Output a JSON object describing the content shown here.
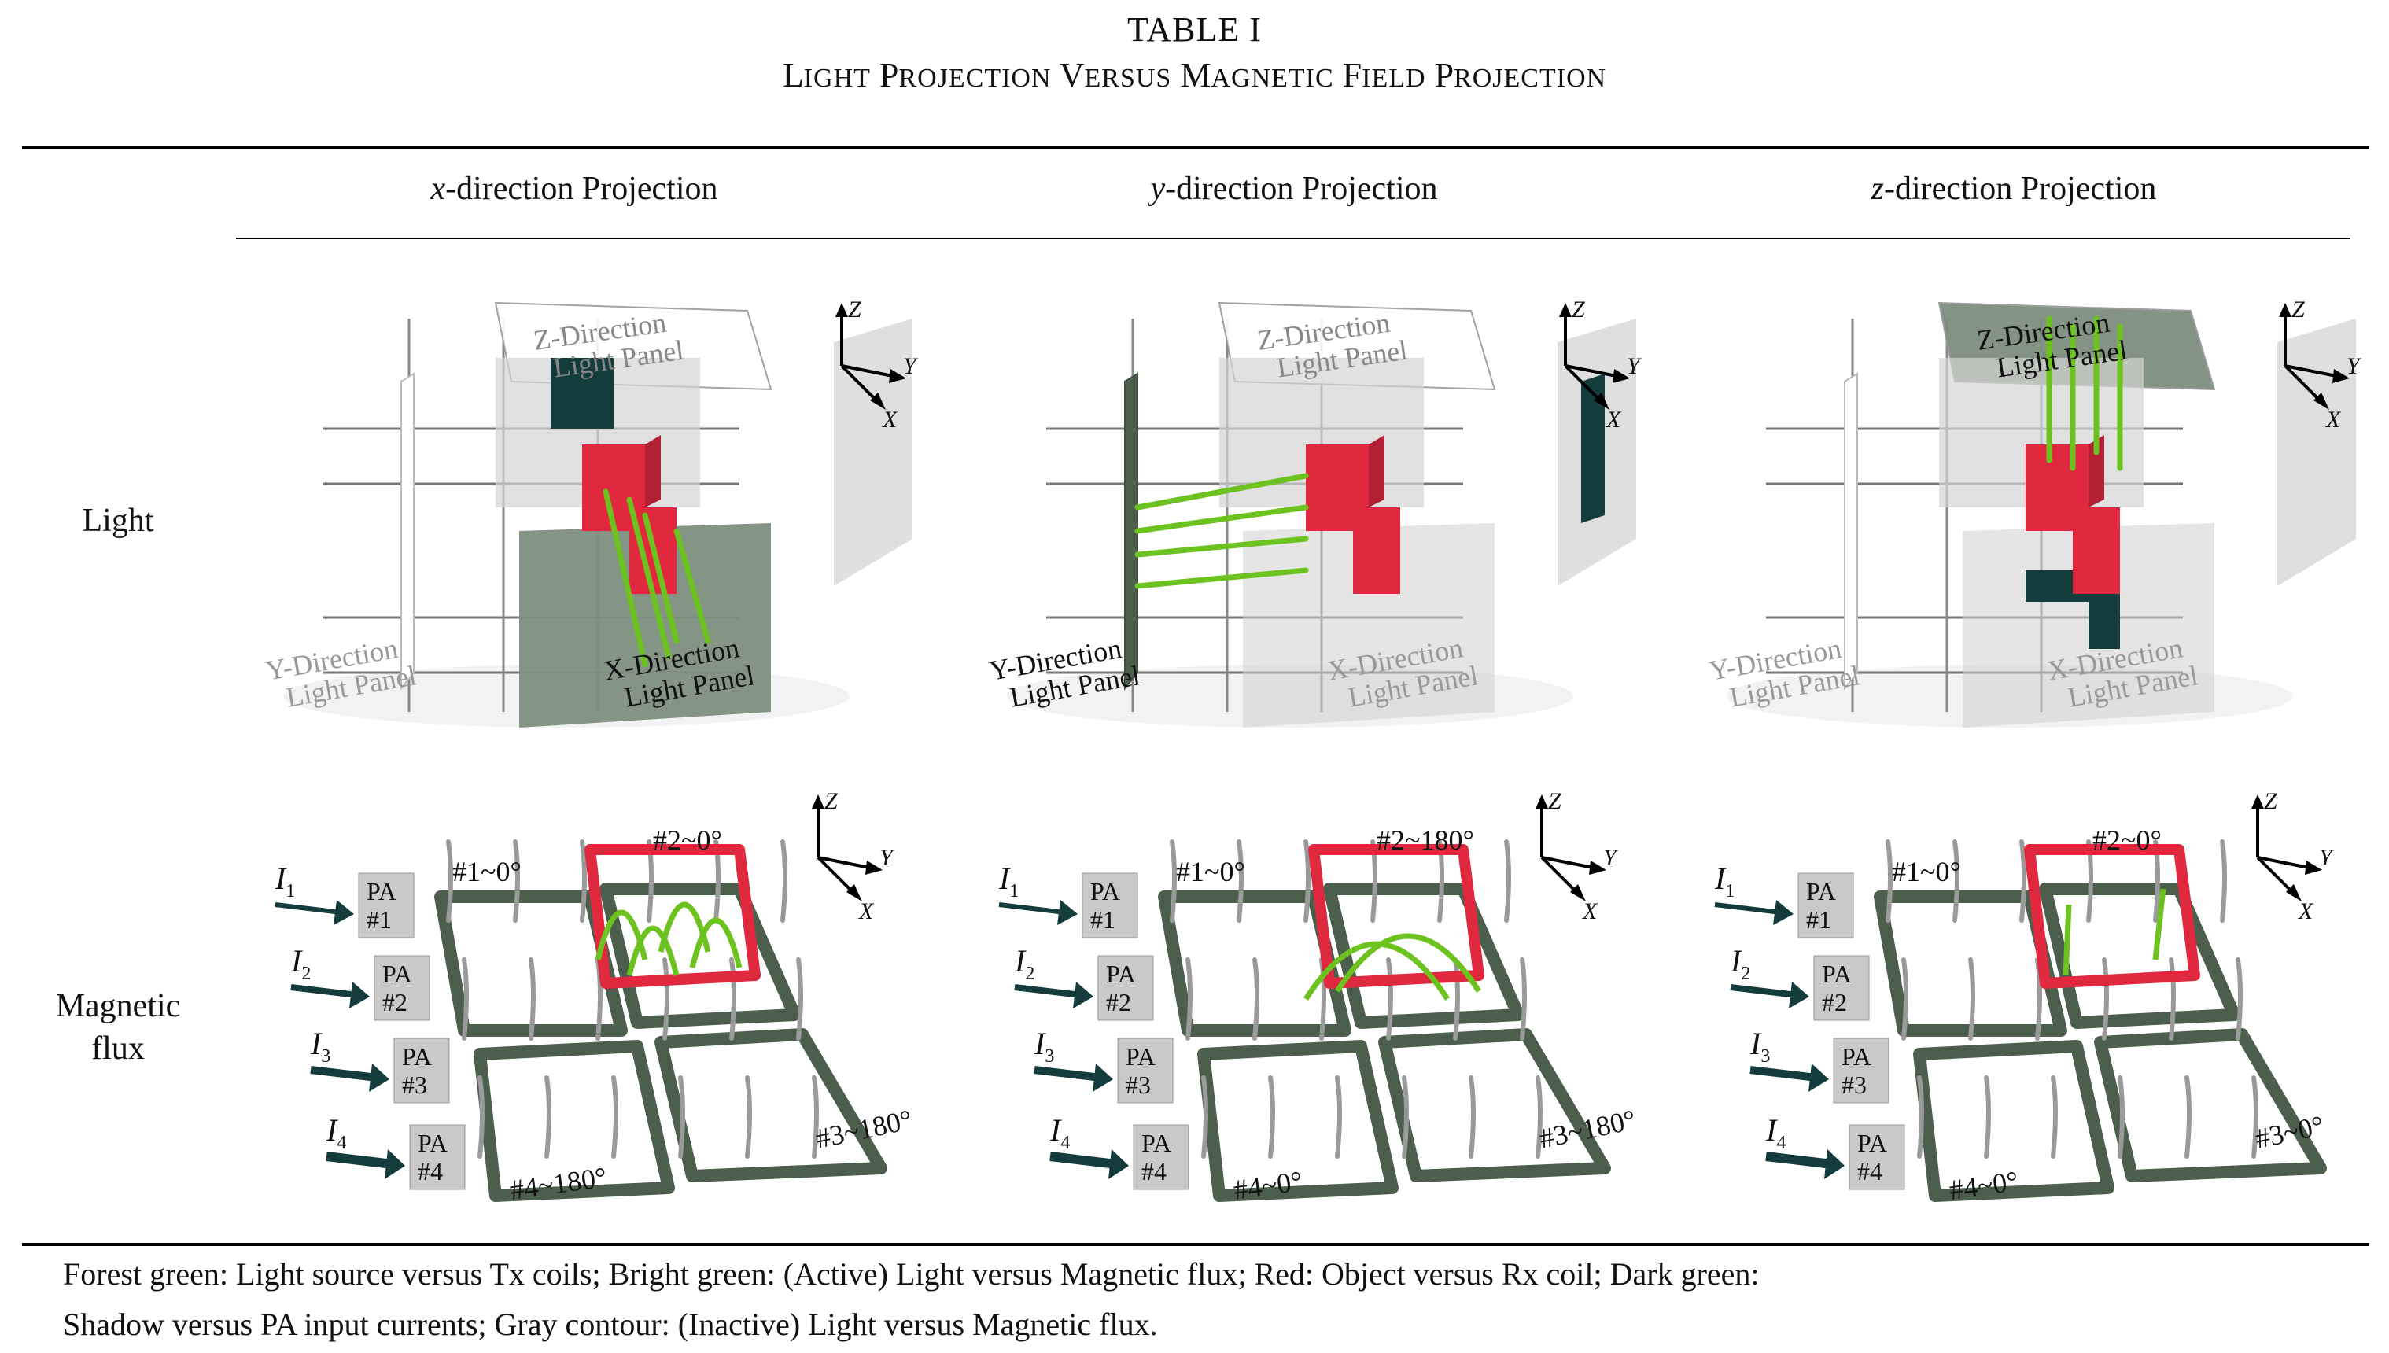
{
  "table": {
    "label": "TABLE I",
    "title_words": [
      {
        "first": "L",
        "rest": "IGHT"
      },
      {
        "first": "P",
        "rest": "ROJECTION"
      },
      {
        "first": "V",
        "rest": "ERSUS"
      },
      {
        "first": "M",
        "rest": "AGNETIC"
      },
      {
        "first": "F",
        "rest": "IELD"
      },
      {
        "first": "P",
        "rest": "ROJECTION"
      }
    ]
  },
  "columns": [
    {
      "var": "x",
      "suffix": "-direction Projection"
    },
    {
      "var": "y",
      "suffix": "-direction Projection"
    },
    {
      "var": "z",
      "suffix": "-direction Projection"
    }
  ],
  "rows": {
    "light": "Light",
    "magnetic_line1": "Magnetic",
    "magnetic_line2": "flux"
  },
  "axes": {
    "z": "Z",
    "y": "Y",
    "x": "X"
  },
  "panels": {
    "z_line1": "Z-Direction",
    "z_line2": "Light Panel",
    "y_line1": "Y-Direction",
    "y_line2": "Light Panel",
    "x_line1": "X-Direction",
    "x_line2": "Light Panel"
  },
  "pa_blocks": [
    {
      "current": "I",
      "sub": "1",
      "line1": "PA",
      "line2": "#1"
    },
    {
      "current": "I",
      "sub": "2",
      "line1": "PA",
      "line2": "#2"
    },
    {
      "current": "I",
      "sub": "3",
      "line1": "PA",
      "line2": "#3"
    },
    {
      "current": "I",
      "sub": "4",
      "line1": "PA",
      "line2": "#4"
    }
  ],
  "coil_labels": [
    [
      "#1~0°",
      "#2~0°",
      "#3~180°",
      "#4~180°"
    ],
    [
      "#1~0°",
      "#2~180°",
      "#3~180°",
      "#4~0°"
    ],
    [
      "#1~0°",
      "#2~0°",
      "#3~0°",
      "#4~0°"
    ]
  ],
  "caption_line1": "Forest green: Light source versus Tx coils; Bright green: (Active) Light versus Magnetic flux; Red: Object versus Rx coil; Dark green:",
  "caption_line2": "Shadow versus PA input currents; Gray contour: (Inactive) Light versus Magnetic flux.",
  "colors": {
    "forest_green": "#4c5f4c",
    "bright_green": "#6cc21e",
    "red": "#e0283f",
    "dark_green": "#143c3c",
    "gray": "#9a9a9a"
  }
}
